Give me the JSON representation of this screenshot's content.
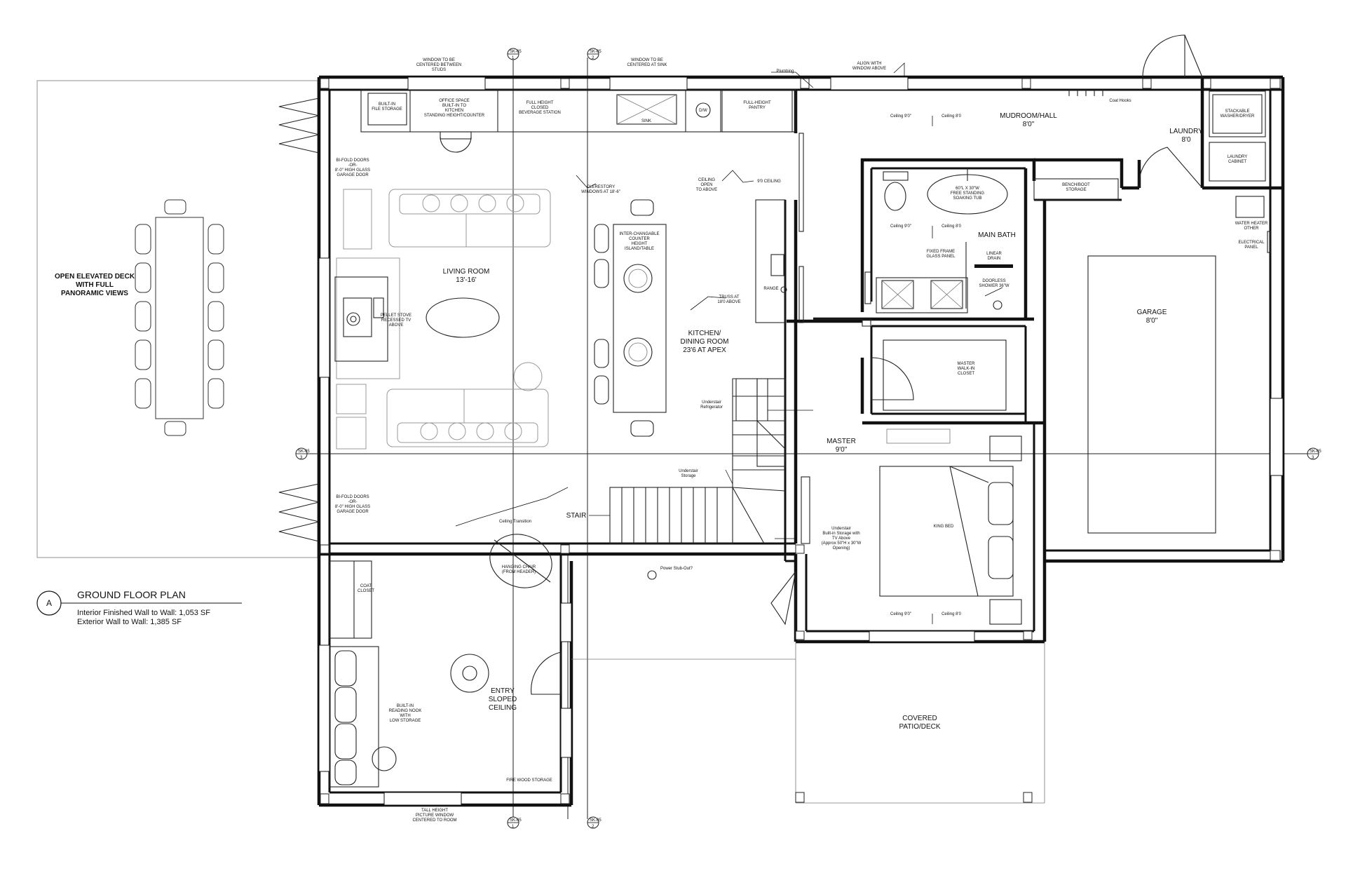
{
  "drawing": {
    "badge": "A",
    "title": "GROUND FLOOR PLAN",
    "area_interior": "Interior Finished Wall to Wall: 1,053 SF",
    "area_exterior": "Exterior Wall to Wall: 1,385 SF"
  },
  "rooms": {
    "deck": [
      "OPEN ELEVATED DECK",
      "WITH FULL",
      "PANORAMIC VIEWS"
    ],
    "living_name": "LIVING ROOM",
    "living_size": "13'-16'",
    "kitchen": [
      "KITCHEN/",
      "DINING ROOM",
      "23'6 AT APEX"
    ],
    "stair": "STAIR",
    "entry": [
      "ENTRY",
      "SLOPED",
      "CEILING"
    ],
    "mudroom_name": "MUDROOM/HALL",
    "mudroom_size": "8'0\"",
    "laundry_name": "LAUNDRY",
    "laundry_size": "8'0",
    "main_bath": "MAIN BATH",
    "garage_name": "GARAGE",
    "garage_size": "8'0\"",
    "master_name": "MASTER",
    "master_size": "9'0\"",
    "patio": [
      "COVERED",
      "PATIO/DECK"
    ]
  },
  "notes": {
    "window_studs": [
      "WINDOW TO BE",
      "CENTERED BETWEEN",
      "STUDS"
    ],
    "window_sink": [
      "WINDOW TO BE",
      "CENTERED AT SINK"
    ],
    "align_window": [
      "ALIGN WITH",
      "WINDOW ABOVE"
    ],
    "plumbing": "Plumbing",
    "coat_hooks": "Coat Hooks",
    "builtin_file": [
      "BUILT-IN",
      "FILE STORAGE"
    ],
    "office_space": [
      "OFFICE SPACE",
      "BUILT-IN TO",
      "KITCHEN",
      "STANDING HEIGHT/COUNTER"
    ],
    "beverage": [
      "FULL HEIGHT",
      "CLOSED",
      "BEVERAGE STATION"
    ],
    "sink": "SINK",
    "dw": "D/W",
    "pantry": [
      "FULL-HEIGHT",
      "PANTRY"
    ],
    "bifold_1": [
      "BI-FOLD DOORS",
      "-OR-",
      "8'-0\" HIGH GLASS",
      "GARAGE DOOR"
    ],
    "bifold_2": [
      "BI-FOLD DOORS",
      "-OR-",
      "8'-0\" HIGH GLASS",
      "GARAGE DOOR"
    ],
    "clerestory": [
      "CLERESTORY",
      "WINDOWS AT 18'-6\""
    ],
    "ceiling_open": [
      "CEILING",
      "OPEN",
      "TO ABOVE"
    ],
    "ceiling_9": "9'0 CEILING",
    "island": [
      "INTER-CHANGABLE",
      "COUNTER",
      "HEIGHT",
      "ISLAND/TABLE"
    ],
    "pellet_stove": [
      "PELLET STOVE",
      "RECESSED TV",
      "ABOVE"
    ],
    "range": "RANGE",
    "truss": [
      "TRUSS AT",
      "18'0 ABOVE"
    ],
    "understair_fridge": [
      "Understair",
      "Refrigerator"
    ],
    "understair_storage": [
      "Understair",
      "Storage"
    ],
    "understair_builtin": [
      "Understair",
      "Built-in Storage with",
      "TV Above",
      "(Approx 50\"H x 30\"W",
      "Opening)"
    ],
    "ceiling_transition": "Ceiling Transition",
    "hanging_chair": [
      "HANGING CHAIR",
      "(FROM HEADER)"
    ],
    "power_stub": "Power Stub-Out?",
    "coat_closet": [
      "COAT",
      "CLOSET"
    ],
    "reading_nook": [
      "BUILT-IN",
      "READING NOOK",
      "WITH",
      "LOW STORAGE"
    ],
    "fire_wood": "FIRE WOOD STORAGE",
    "picture_window": [
      "TALL HEIGHT",
      "PICTURE WINDOW",
      "CENTERED TO ROOM"
    ],
    "soaking_tub": [
      "60\"L X 30\"W",
      "FREE STANDING",
      "SOAKING TUB"
    ],
    "glass_panel": [
      "FIXED FRAME",
      "GLASS PANEL"
    ],
    "linear_drain": [
      "LINEAR",
      "DRAIN"
    ],
    "doorless_shower": [
      "DOORLESS",
      "SHOWER 36\"W"
    ],
    "bench_boot": [
      "BENCH/BOOT",
      "STORAGE"
    ],
    "stackable": [
      "STACKABLE",
      "WASHER/DRYER"
    ],
    "laundry_cabinet": [
      "LAUNDRY",
      "CABINET"
    ],
    "water_heater": [
      "WATER HEATER",
      "OTHER"
    ],
    "electrical_panel": [
      "ELECTRICAL",
      "PANEL"
    ],
    "master_closet": [
      "MASTER",
      "WALK-IN",
      "CLOSET"
    ],
    "king_bed": "KING BED",
    "ceiling_pairs": [
      {
        "a": "Ceiling 9'0\"",
        "b": "Ceiling 8'0"
      },
      {
        "a": "Ceiling 9'0\"",
        "b": "Ceiling 8'0"
      },
      {
        "a": "Ceiling 9'0\"",
        "b": "Ceiling 8'0"
      }
    ]
  },
  "section_marks": {
    "label": "SK-05",
    "top_1": "1",
    "top_2": "2",
    "bottom_1": "1",
    "bottom_2": "2",
    "left": "3",
    "right": "3"
  }
}
